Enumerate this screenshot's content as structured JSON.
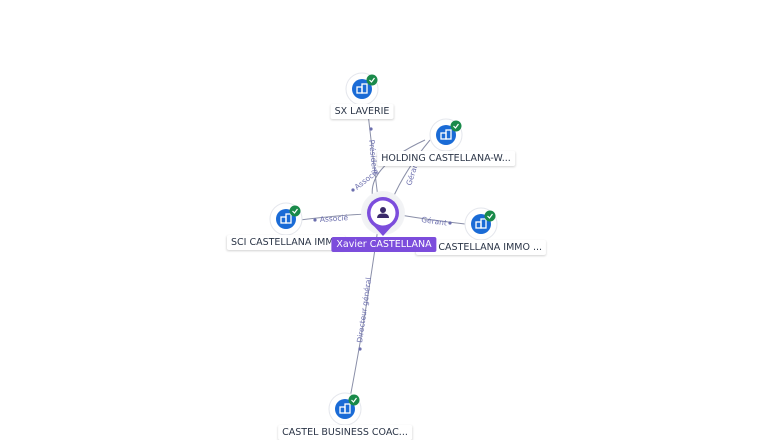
{
  "person": {
    "name": "Xavier CASTELLANA",
    "icon": "person-icon",
    "color": "#7c4ddc"
  },
  "companies": [
    {
      "id": "sx-laverie",
      "label": "SX LAVERIE",
      "icon": "building-icon",
      "status": "check-icon"
    },
    {
      "id": "holding",
      "label": "HOLDING CASTELLANA-W...",
      "icon": "building-icon",
      "status": "check-icon"
    },
    {
      "id": "sci-left",
      "label": "SCI CASTELLANA IMMO",
      "icon": "building-icon",
      "status": "check-icon"
    },
    {
      "id": "sci-right",
      "label": "SCI CASTELLANA IMMO ...",
      "icon": "building-icon",
      "status": "check-icon"
    },
    {
      "id": "castel",
      "label": "CASTEL BUSINESS COAC...",
      "icon": "building-icon",
      "status": "check-icon"
    }
  ],
  "edges": [
    {
      "to": "sx-laverie",
      "label": "Président"
    },
    {
      "to": "holding",
      "label": "Gérant"
    },
    {
      "to": "holding",
      "label": "Associé"
    },
    {
      "to": "sci-left",
      "label": "Associé"
    },
    {
      "to": "sci-right",
      "label": "Gérant"
    },
    {
      "to": "castel",
      "label": "Directeur général"
    }
  ],
  "colors": {
    "company_icon": "#1a6bd6",
    "status_badge": "#1a8a4a",
    "edge_line": "#8a8fa8",
    "edge_label": "#6c6fae"
  }
}
